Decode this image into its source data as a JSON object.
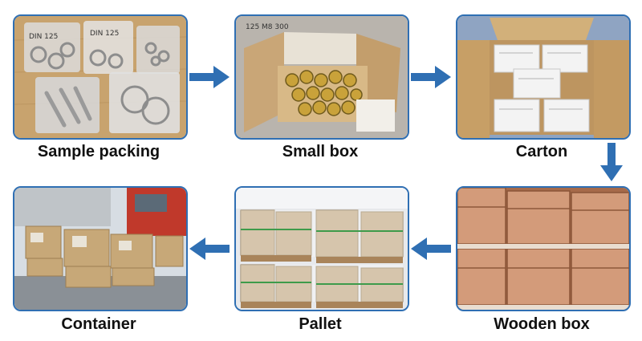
{
  "steps": [
    {
      "label": "Sample packing"
    },
    {
      "label": "Small box"
    },
    {
      "label": "Carton"
    },
    {
      "label": "Wooden box"
    },
    {
      "label": "Pallet"
    },
    {
      "label": "Container"
    }
  ],
  "photo_text": {
    "sample_bag_1": "DIN 125",
    "sample_bag_2": "DIN 125",
    "small_box_note": "125 M8 300"
  },
  "colors": {
    "accent": "#2f6fb3",
    "arrow": "#2f6fb3"
  }
}
